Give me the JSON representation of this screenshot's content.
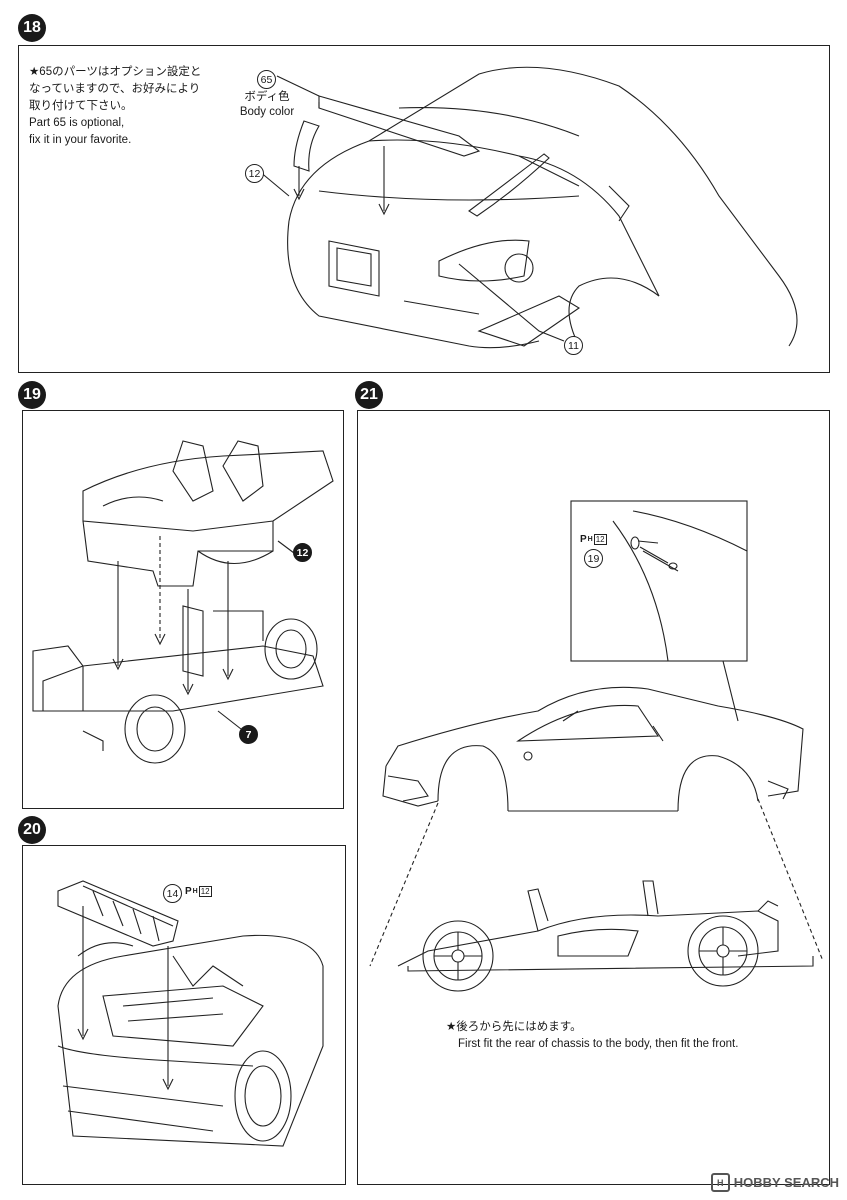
{
  "steps": {
    "s18": {
      "number": "18",
      "note_jp_line1": "★65のパーツはオプション設定と",
      "note_jp_line2": "なっていますので、お好みにより",
      "note_jp_line3": "取り付けて下さい。",
      "note_en_line1": "Part 65 is optional,",
      "note_en_line2": "fix it in your favorite.",
      "part_65": "65",
      "color_jp": "ボディ色",
      "color_en": "Body color",
      "part_12": "12",
      "part_11": "11"
    },
    "s19": {
      "number": "19",
      "part_12": "12",
      "part_7": "7"
    },
    "s20": {
      "number": "20",
      "part_14": "14",
      "ph_letter": "P",
      "ph_sub": "H",
      "ph_num": "12"
    },
    "s21": {
      "number": "21",
      "ph_letter": "P",
      "ph_sub": "H",
      "ph_num": "12",
      "part_19": "19",
      "note_jp": "★後ろから先にはめます。",
      "note_en": "First fit the rear of chassis to the body, then fit the front."
    }
  },
  "watermark": {
    "logo_glyph": "H",
    "text": "HOBBY SEARCH"
  }
}
